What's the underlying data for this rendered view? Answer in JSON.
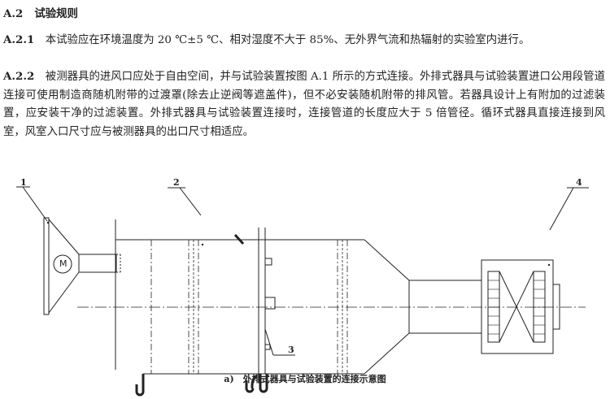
{
  "section": {
    "number": "A.2",
    "title": "试验规则"
  },
  "paragraphs": [
    {
      "number": "A.2.1",
      "text": "本试验应在环境温度为 20 ℃±5 ℃、相对湿度不大于 85%、无外界气流和热辐射的实验室内进行。"
    },
    {
      "number": "A.2.2",
      "text": "被测器具的进风口应处于自由空间，并与试验装置按图 A.1 所示的方式连接。外排式器具与试验装置进口公用段管道连接可使用制造商随机附带的过渡罩(除去止逆阀等遮盖件)，但不必安装随机附带的排风管。若器具设计上有附加的过滤装置，应安装干净的过滤装置。外排式器具与试验装置连接时，连接管道的长度应大于 5 倍管径。循环式器具直接连接到风室，风室入口尺寸应与被测器具的出口尺寸相适应。"
    }
  ],
  "figure": {
    "labels": [
      "1",
      "2",
      "3",
      "4"
    ],
    "motor_symbol": "M",
    "caption": "a)　外排式器具与试验装置的连接示意图"
  }
}
